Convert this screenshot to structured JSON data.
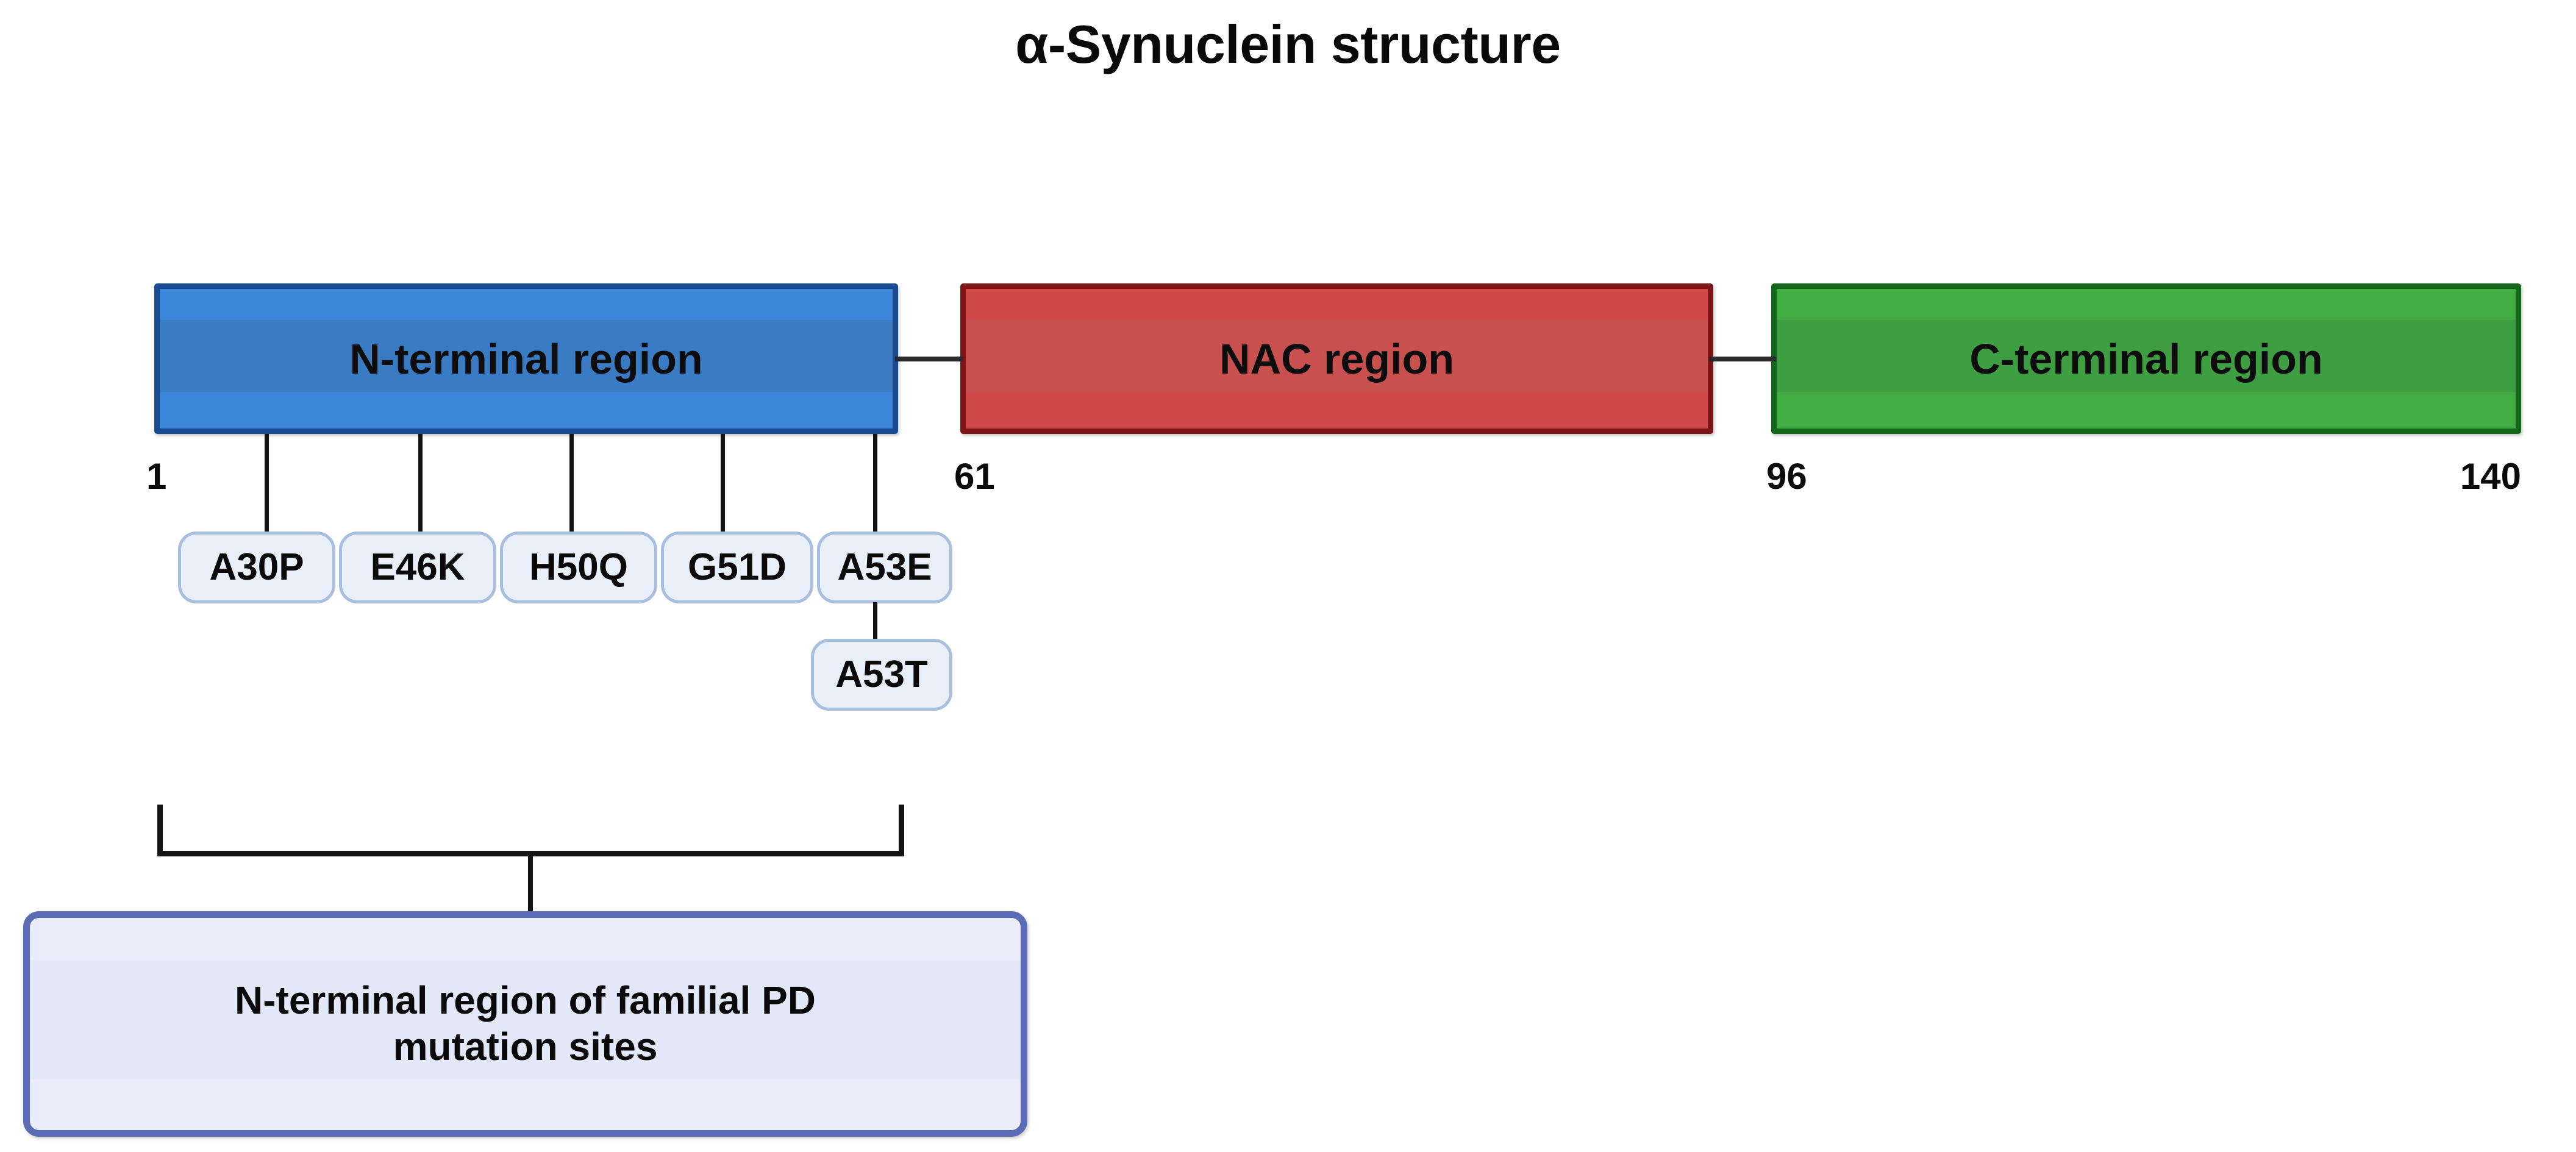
{
  "figure": {
    "title": "α-Synuclein structure",
    "background_color": "#ffffff"
  },
  "chart_data": {
    "type": "diagram",
    "title": "α-Synuclein structure",
    "subtype": "protein-domain-map",
    "total_residues": 140,
    "domains": [
      {
        "label": "N-terminal region",
        "start": 1,
        "end": 60,
        "fill_color": "#3a7cc4",
        "border_color": "#1a4a8f"
      },
      {
        "label": "NAC region",
        "start": 61,
        "end": 95,
        "fill_color": "#c8504f",
        "border_color": "#7d1415"
      },
      {
        "label": "C-terminal region",
        "start": 96,
        "end": 140,
        "fill_color": "#3d9f41",
        "border_color": "#13661a"
      }
    ],
    "residue_markers": [
      "1",
      "61",
      "96",
      "140"
    ],
    "mutations_row_1": [
      "A30P",
      "E46K",
      "H50Q",
      "G51D",
      "A53E"
    ],
    "mutations_row_2": [
      "A53T"
    ],
    "mutation_pill_fill": "#e9eff9",
    "mutation_pill_border": "#a8bfe0",
    "annotation": {
      "text_line_1": "N-terminal region of familial PD",
      "text_line_2": "mutation sites",
      "fill_color": "#e2e8f7",
      "border_color": "#5b6bb5",
      "bracket_covers": "N-terminal region"
    }
  },
  "regions": {
    "n_terminal": {
      "label": "N-terminal region"
    },
    "nac": {
      "label": "NAC region"
    },
    "c_terminal": {
      "label": "C-terminal region"
    }
  },
  "residues": {
    "start": "1",
    "nac_start": "61",
    "c_start": "96",
    "end": "140"
  },
  "mutations": {
    "row1": [
      {
        "label": "A30P"
      },
      {
        "label": "E46K"
      },
      {
        "label": "H50Q"
      },
      {
        "label": "G51D"
      },
      {
        "label": "A53E"
      }
    ],
    "row2": [
      {
        "label": "A53T"
      }
    ]
  },
  "annotation": {
    "line1": "N-terminal region of familial PD",
    "line2": "mutation sites"
  }
}
